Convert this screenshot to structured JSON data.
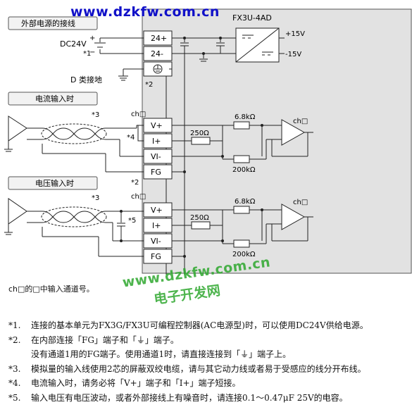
{
  "module": {
    "title": "FX3U-4AD"
  },
  "sections": {
    "power": "外部电源的接线",
    "current": "电流输入时",
    "voltage": "电压输入时"
  },
  "power": {
    "dc_label": "DC24V",
    "plus": "+",
    "minus": "−",
    "note1": "*1",
    "ground_label": "D 类接地",
    "note2": "*2",
    "out_pos": "+15V",
    "out_neg": "-15V"
  },
  "terminals": {
    "t24p": "24+",
    "t24m": "24-",
    "ch1": [
      "V+",
      "I+",
      "VI-",
      "FG"
    ],
    "ch2": [
      "V+",
      "I+",
      "VI-",
      "FG"
    ]
  },
  "channel_marks": {
    "ch_top": "ch□",
    "ch_right": "ch□",
    "note3": "*3",
    "note4": "*4",
    "note5": "*5",
    "note2": "*2"
  },
  "resistors": {
    "r_in": "6.8kΩ",
    "r_shunt": "250Ω",
    "r_ret": "200kΩ"
  },
  "caption": "ch□的□中输入通道号。",
  "watermarks": {
    "top": "www.dzkfw.com.cn",
    "mid": "www.dzkfw.com.cn",
    "mid2": "电子开发网"
  },
  "notes": [
    {
      "num": "*1.",
      "text": "连接的基本单元为FX3G/FX3U可编程控制器(AC电源型)时，可以使用DC24V供给电源。"
    },
    {
      "num": "*2.",
      "text": "在内部连接「FG」端子和「⏚」端子。"
    },
    {
      "num": "",
      "text": "没有通道1用的FG端子。使用通道1时，请直接连接到「⏚」端子上。"
    },
    {
      "num": "*3.",
      "text": "模拟量的输入线使用2芯的屏蔽双绞电缆，请与其它动力线或者易于受感应的线分开布线。"
    },
    {
      "num": "*4.",
      "text": "电流输入时，请务必将「V+」端子和「I+」端子短接。"
    },
    {
      "num": "*5.",
      "text": "输入电压有电压波动，或者外部接线上有噪音时，请连接0.1～0.47μF 25V的电容。"
    }
  ]
}
